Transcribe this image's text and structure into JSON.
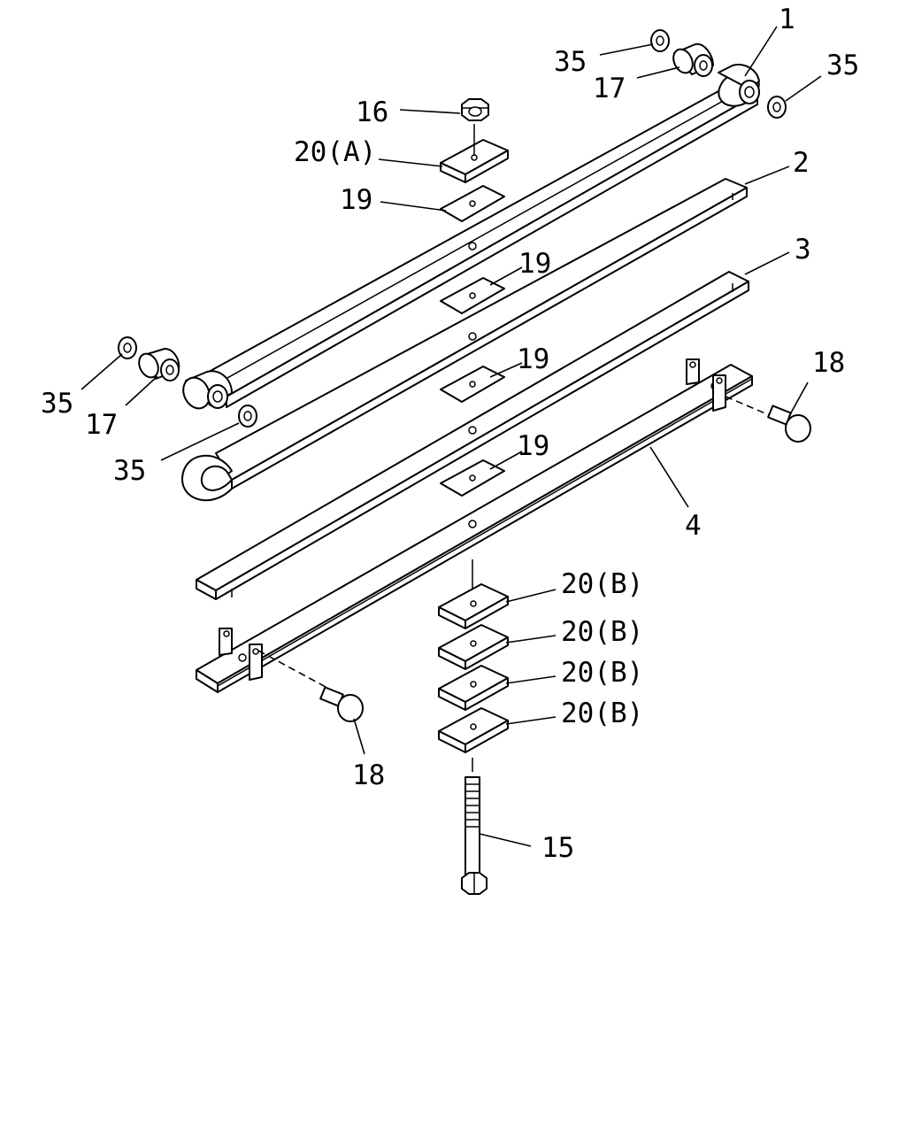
{
  "diagram": {
    "callouts": [
      {
        "id": "c1",
        "label": "1"
      },
      {
        "id": "c2",
        "label": "2"
      },
      {
        "id": "c3",
        "label": "3"
      },
      {
        "id": "c4",
        "label": "4"
      },
      {
        "id": "c15",
        "label": "15"
      },
      {
        "id": "c16",
        "label": "16"
      },
      {
        "id": "c17a",
        "label": "17"
      },
      {
        "id": "c17b",
        "label": "17"
      },
      {
        "id": "c18a",
        "label": "18"
      },
      {
        "id": "c18b",
        "label": "18"
      },
      {
        "id": "c19a",
        "label": "19"
      },
      {
        "id": "c19b",
        "label": "19"
      },
      {
        "id": "c19c",
        "label": "19"
      },
      {
        "id": "c19d",
        "label": "19"
      },
      {
        "id": "c20a",
        "label": "20(A)"
      },
      {
        "id": "c20b",
        "label": "20(B)"
      },
      {
        "id": "c20c",
        "label": "20(B)"
      },
      {
        "id": "c20d",
        "label": "20(B)"
      },
      {
        "id": "c20e",
        "label": "20(B)"
      },
      {
        "id": "c35a",
        "label": "35"
      },
      {
        "id": "c35b",
        "label": "35"
      },
      {
        "id": "c35c",
        "label": "35"
      },
      {
        "id": "c35d",
        "label": "35"
      }
    ]
  }
}
